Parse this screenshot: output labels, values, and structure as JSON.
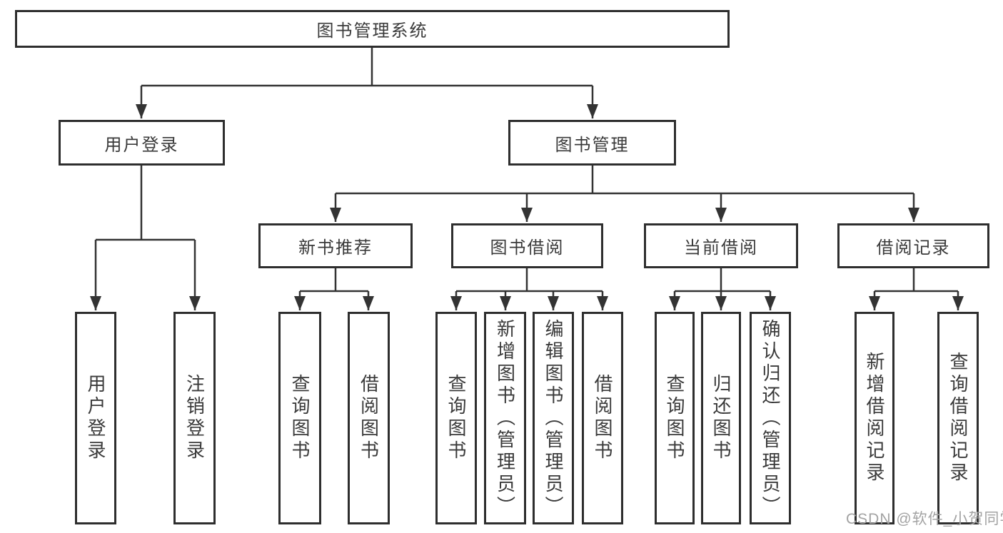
{
  "root": {
    "label": "图书管理系统"
  },
  "level2": {
    "user_login": {
      "label": "用户登录"
    },
    "book_management": {
      "label": "图书管理"
    }
  },
  "user_login_children": [
    {
      "label": "用户登录"
    },
    {
      "label": "注销登录"
    }
  ],
  "modules": [
    {
      "label": "新书推荐",
      "children": [
        {
          "label": "查询图书"
        },
        {
          "label": "借阅图书"
        }
      ]
    },
    {
      "label": "图书借阅",
      "children": [
        {
          "label": "查询图书"
        },
        {
          "label": "新增图书（管理员）"
        },
        {
          "label": "编辑图书（管理员）"
        },
        {
          "label": "借阅图书"
        }
      ]
    },
    {
      "label": "当前借阅",
      "children": [
        {
          "label": "查询图书"
        },
        {
          "label": "归还图书"
        },
        {
          "label": "确认归还（管理员）"
        }
      ]
    },
    {
      "label": "借阅记录",
      "children": [
        {
          "label": "新增借阅记录"
        },
        {
          "label": "查询借阅记录"
        }
      ]
    }
  ],
  "watermark": {
    "text": "CSDN @软件_小贺同学"
  },
  "colors": {
    "line": "#333333",
    "box_border": "#2e2e2e",
    "text": "#3a3a3a",
    "watermark": "#a3a3a3",
    "background": "#ffffff"
  }
}
